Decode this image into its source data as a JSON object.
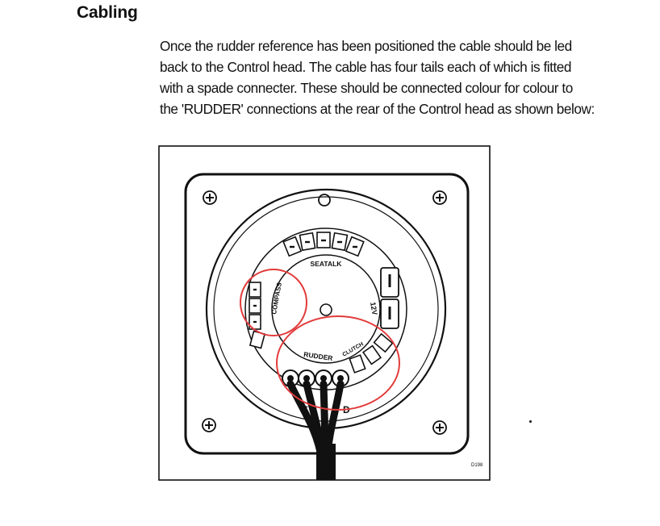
{
  "heading": "Cabling",
  "paragraph_lines": [
    "Once the rudder reference has been positioned the cable should be led",
    "back to the Control head. The cable has four tails each of which is fitted",
    "with a spade connecter. These should be connected colour for colour to",
    "the 'RUDDER' connections at the rear of the Control head as shown below:"
  ],
  "figure": {
    "labels": {
      "seatalk": "SEATALK",
      "compass": "COMPASS",
      "v12": "12V",
      "rudder": "RUDDER",
      "clutch": "CLUTCH",
      "bottom_partial": "E",
      "bottom_partial_2": "D",
      "code": "D198"
    },
    "colors": {
      "line": "#111111",
      "highlight": "#e23b3b"
    }
  }
}
